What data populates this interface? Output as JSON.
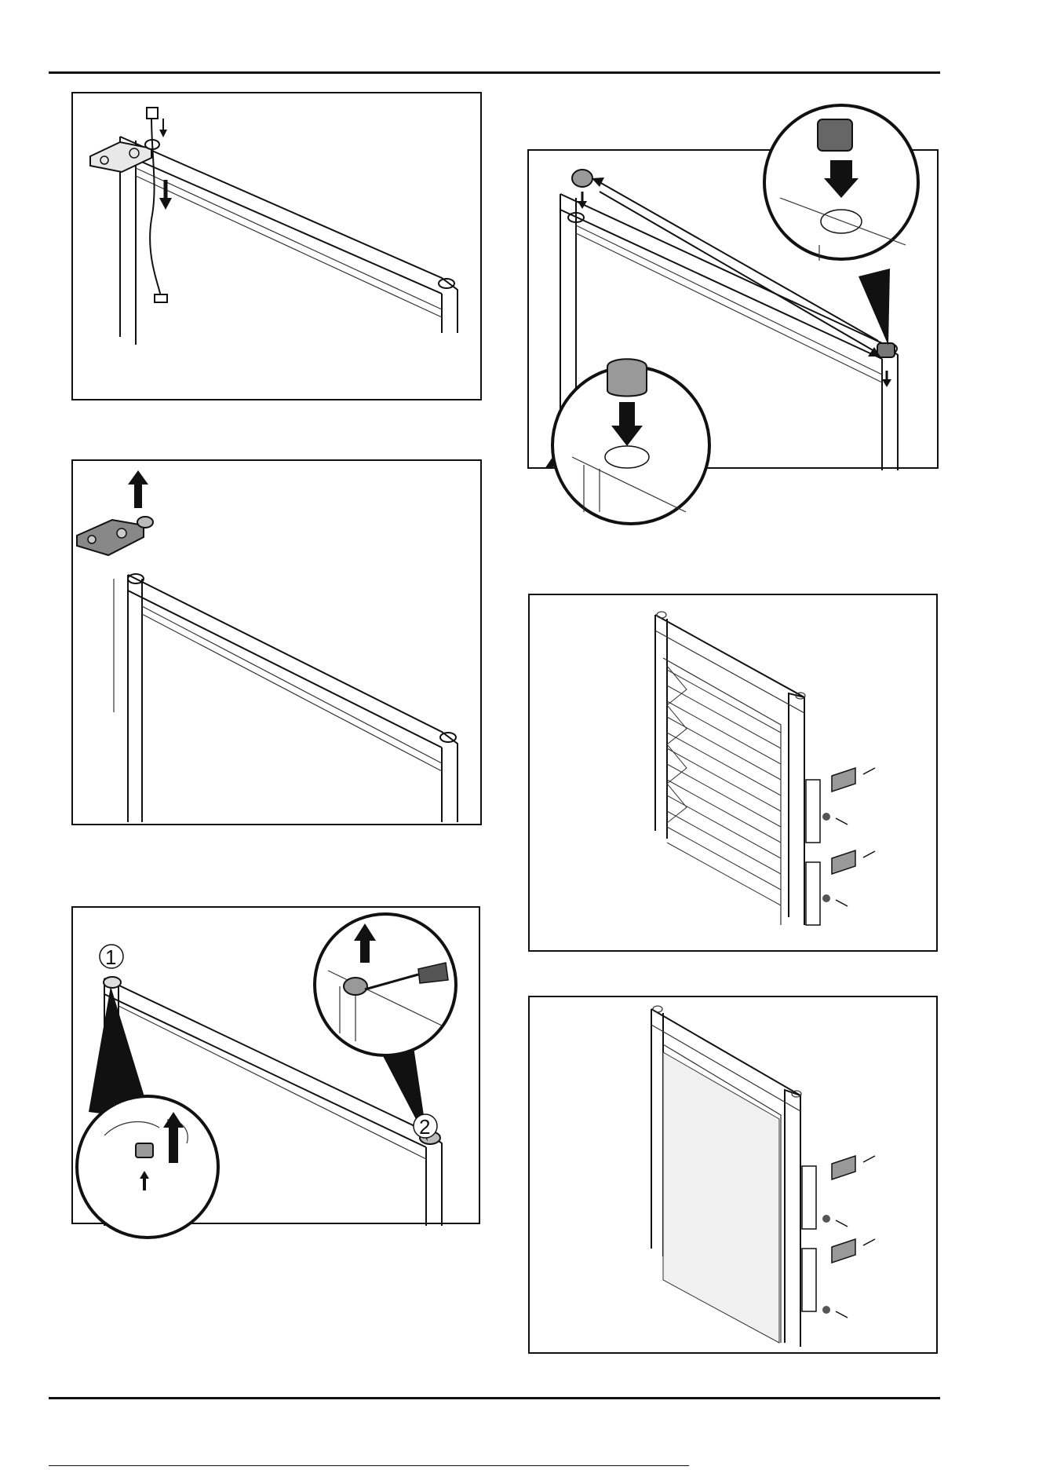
{
  "page": {
    "markers": {
      "one": "1",
      "two": "2"
    }
  },
  "figures": [
    {
      "id": "fig-1",
      "icon": "hinge-cable-removal-illustration"
    },
    {
      "id": "fig-2",
      "icon": "hinge-lift-off-illustration"
    },
    {
      "id": "fig-3",
      "icon": "bushing-removal-illustration"
    },
    {
      "id": "fig-4",
      "icon": "bushing-cap-swap-illustration"
    },
    {
      "id": "fig-5",
      "icon": "louvred-door-clips-illustration"
    },
    {
      "id": "fig-6",
      "icon": "panel-door-clips-illustration"
    }
  ]
}
